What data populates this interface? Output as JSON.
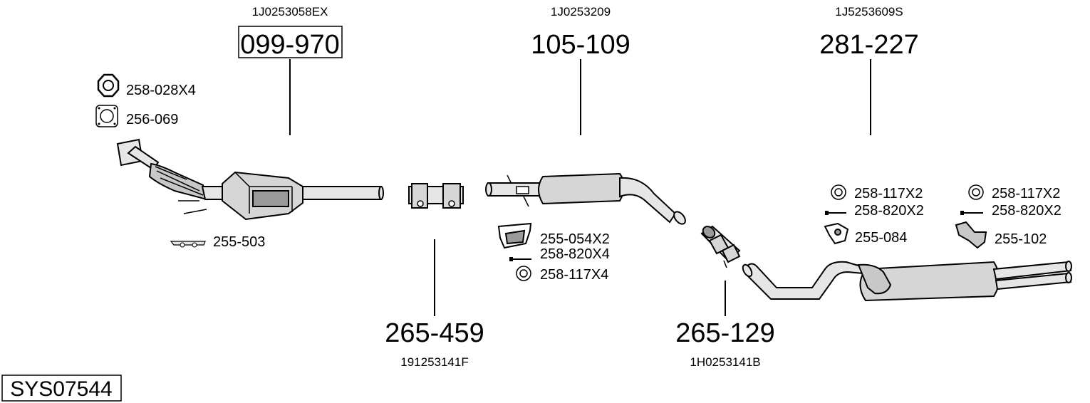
{
  "groups": [
    {
      "oem": "1J0253058EX",
      "code": "099-970"
    },
    {
      "oem": "1J0253209",
      "code": "105-109"
    },
    {
      "oem": "1J5253609S",
      "code": "281-227"
    },
    {
      "oem": "191253141F",
      "code": "265-459"
    },
    {
      "oem": "1H0253141B",
      "code": "265-129"
    }
  ],
  "parts": {
    "nut": "258-028X4",
    "gasket_front": "256-069",
    "mount_front": "255-503",
    "hanger_mid": "255-054X2",
    "bolt_mid": "258-820X4",
    "ring_mid": "258-117X4",
    "ring_rear_1": "258-117X2",
    "bolt_rear_1": "258-820X2",
    "hanger_rear_1": "255-084",
    "ring_rear_2": "258-117X2",
    "bolt_rear_2": "258-820X2",
    "hanger_rear_2": "255-102"
  },
  "system_code": "SYS07544",
  "icons": [
    "nut-icon",
    "gasket-icon",
    "rubber-ring-icon",
    "bolt-icon",
    "rubber-hanger-icon",
    "bracket-icon",
    "clamp-icon"
  ]
}
